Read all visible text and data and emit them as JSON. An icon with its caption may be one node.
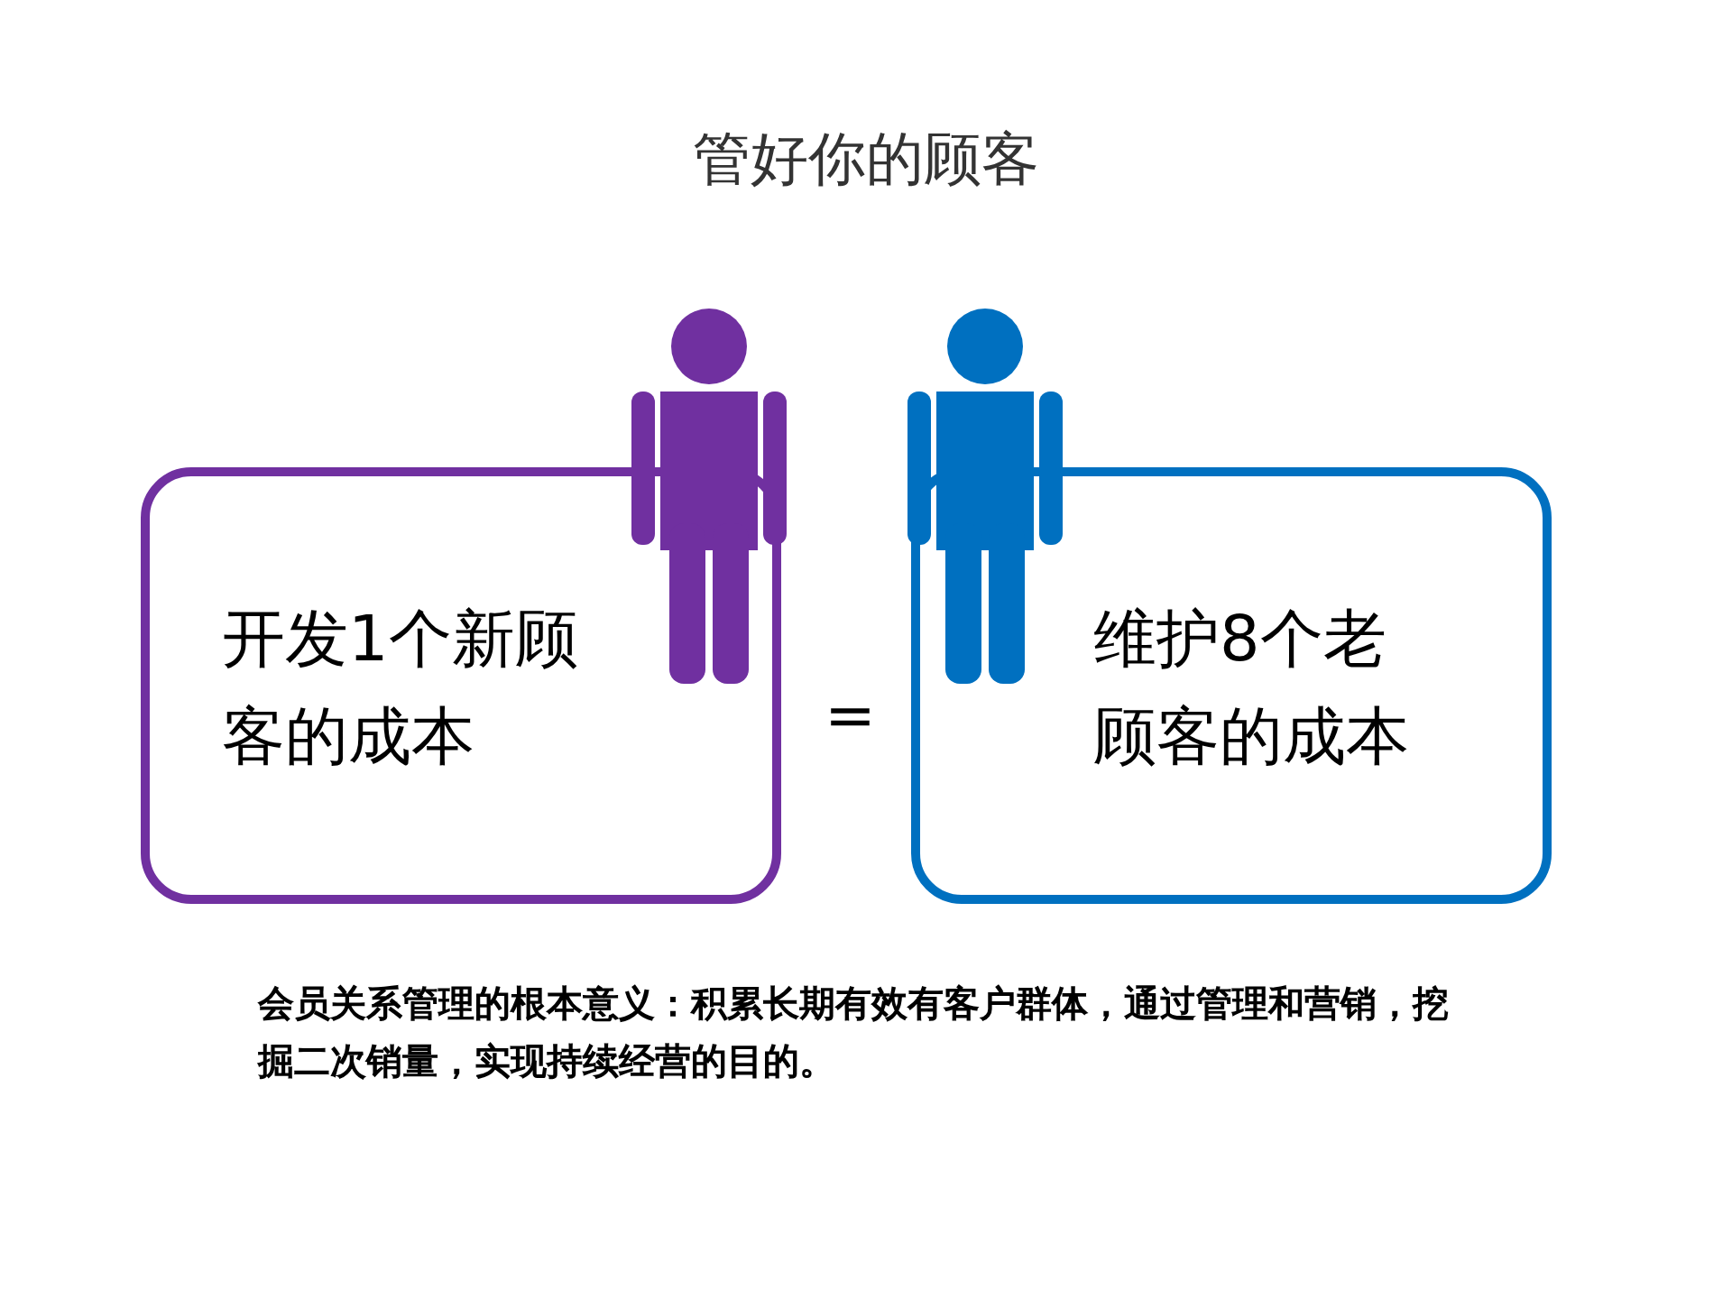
{
  "diagram": {
    "title": "管好你的顾客",
    "nodes": [
      {
        "text": [
          "开发1个新顾客的成本"
        ]
      },
      {
        "text": [
          "维护8个老顾客的成本"
        ]
      }
    ],
    "labels": [
      "=",
      "会员关系管理的根本意义：积累长期有效有客户群体，通过管理和营销，挖掘二次销量，实现持续经营的目的。"
    ]
  }
}
